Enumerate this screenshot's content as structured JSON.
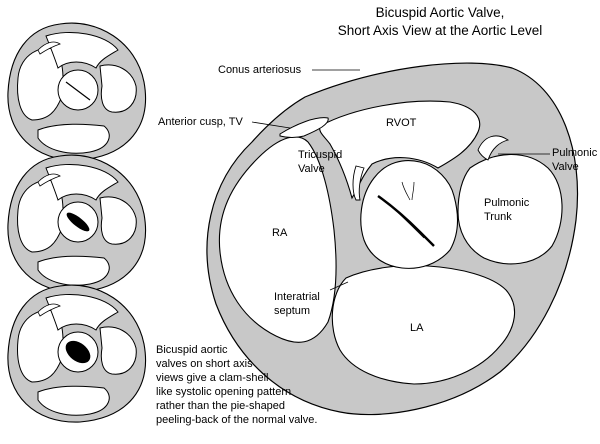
{
  "title": {
    "line1": "Bicuspid Aortic Valve,",
    "line2": "Short Axis View at the Aortic Level"
  },
  "labels": {
    "conus": "Conus arteriosus",
    "anterior_cusp": "Anterior cusp, TV",
    "rvot": "RVOT",
    "tricuspid_line1": "Tricuspid",
    "tricuspid_line2": "Valve",
    "pulmonic_valve_line1": "Pulmonic",
    "pulmonic_valve_line2": "Valve",
    "pulmonic_trunk_line1": "Pulmonic",
    "pulmonic_trunk_line2": "Trunk",
    "ra": "RA",
    "interatrial_line1": "Interatrial",
    "interatrial_line2": "septum",
    "la": "LA"
  },
  "caption": {
    "lines": [
      "Bicuspid aortic",
      "valves on short axis",
      "views give a clam-shell",
      "like systolic opening pattern",
      "rather than the pie-shaped",
      "peeling-back of the normal valve."
    ]
  },
  "colors": {
    "tissue": "#c8c8c8",
    "chamber": "#ffffff",
    "outline": "#000000",
    "valve_opening": "#000000"
  }
}
